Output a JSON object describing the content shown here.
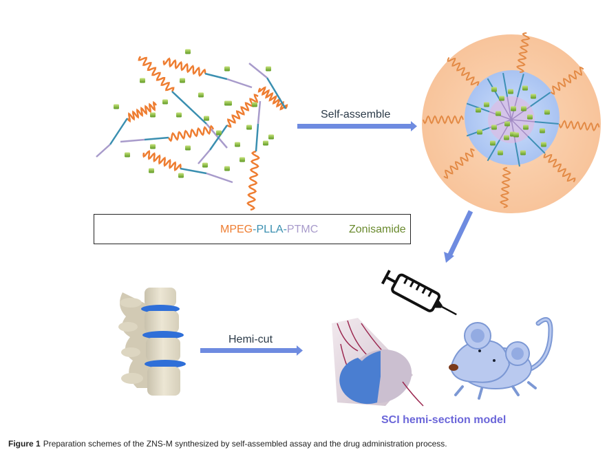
{
  "figure": {
    "caption_label": "Figure 1",
    "caption_text": "Preparation schemes of the ZNS-M synthesized by self-assembled assay and the drug administration process."
  },
  "steps": {
    "self_assemble": "Self-assemble",
    "hemi_cut": "Hemi-cut",
    "model_label": "SCI hemi-section model"
  },
  "legend": {
    "polymer_parts": [
      "MPEG",
      "PLLA",
      "PTMC"
    ],
    "separator": "-",
    "drug_label": "Zonisamide"
  },
  "illustrations": {
    "free_polymers": "scattered-copolymer-chains",
    "micelle": "self-assembled-micelle",
    "spine": "vertebral-column",
    "spinal_cord": "spinal-cord-hemisection",
    "syringe": "syringe-icon",
    "mouse": "mouse-cartoon"
  },
  "colors": {
    "mpeg": "#ee7d31",
    "plla": "#3a8fb0",
    "ptmc": "#a89bcb",
    "drug": "#8cbf3f",
    "arrow": "#6e8be0",
    "corona": "#f9c9a3",
    "core_outer": "#b8cdf3",
    "core_inner": "#d4bde6",
    "model_label": "#6b66d9"
  }
}
